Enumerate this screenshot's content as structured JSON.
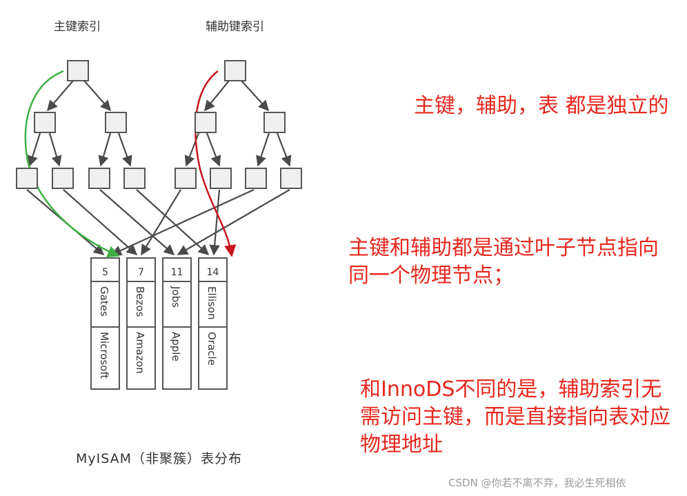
{
  "headers": {
    "primary_index": "主键索引",
    "secondary_index": "辅助键索引"
  },
  "records": [
    {
      "id": "5",
      "name": "Gates",
      "company": "Microsoft"
    },
    {
      "id": "7",
      "name": "Bezos",
      "company": "Amazon"
    },
    {
      "id": "11",
      "name": "Jobs",
      "company": "Apple"
    },
    {
      "id": "14",
      "name": "Ellison",
      "company": "Oracle"
    }
  ],
  "caption": "MyISAM（非聚簇）表分布",
  "notes": {
    "note1": "主键，辅助，表 都是独立的",
    "note2": "主键和辅助都是通过叶子节点指向同一个物理节点；",
    "note3": "和InnoDS不同的是，辅助索引无需访问主键，而是直接指向表对应物理地址"
  },
  "watermark": "CSDN @你若不离不弃，我必生死相依",
  "colors": {
    "primary_path": "#3cb043",
    "secondary_path": "#c8141c",
    "note_text": "#e8271e",
    "node": "#4a4a4a"
  }
}
